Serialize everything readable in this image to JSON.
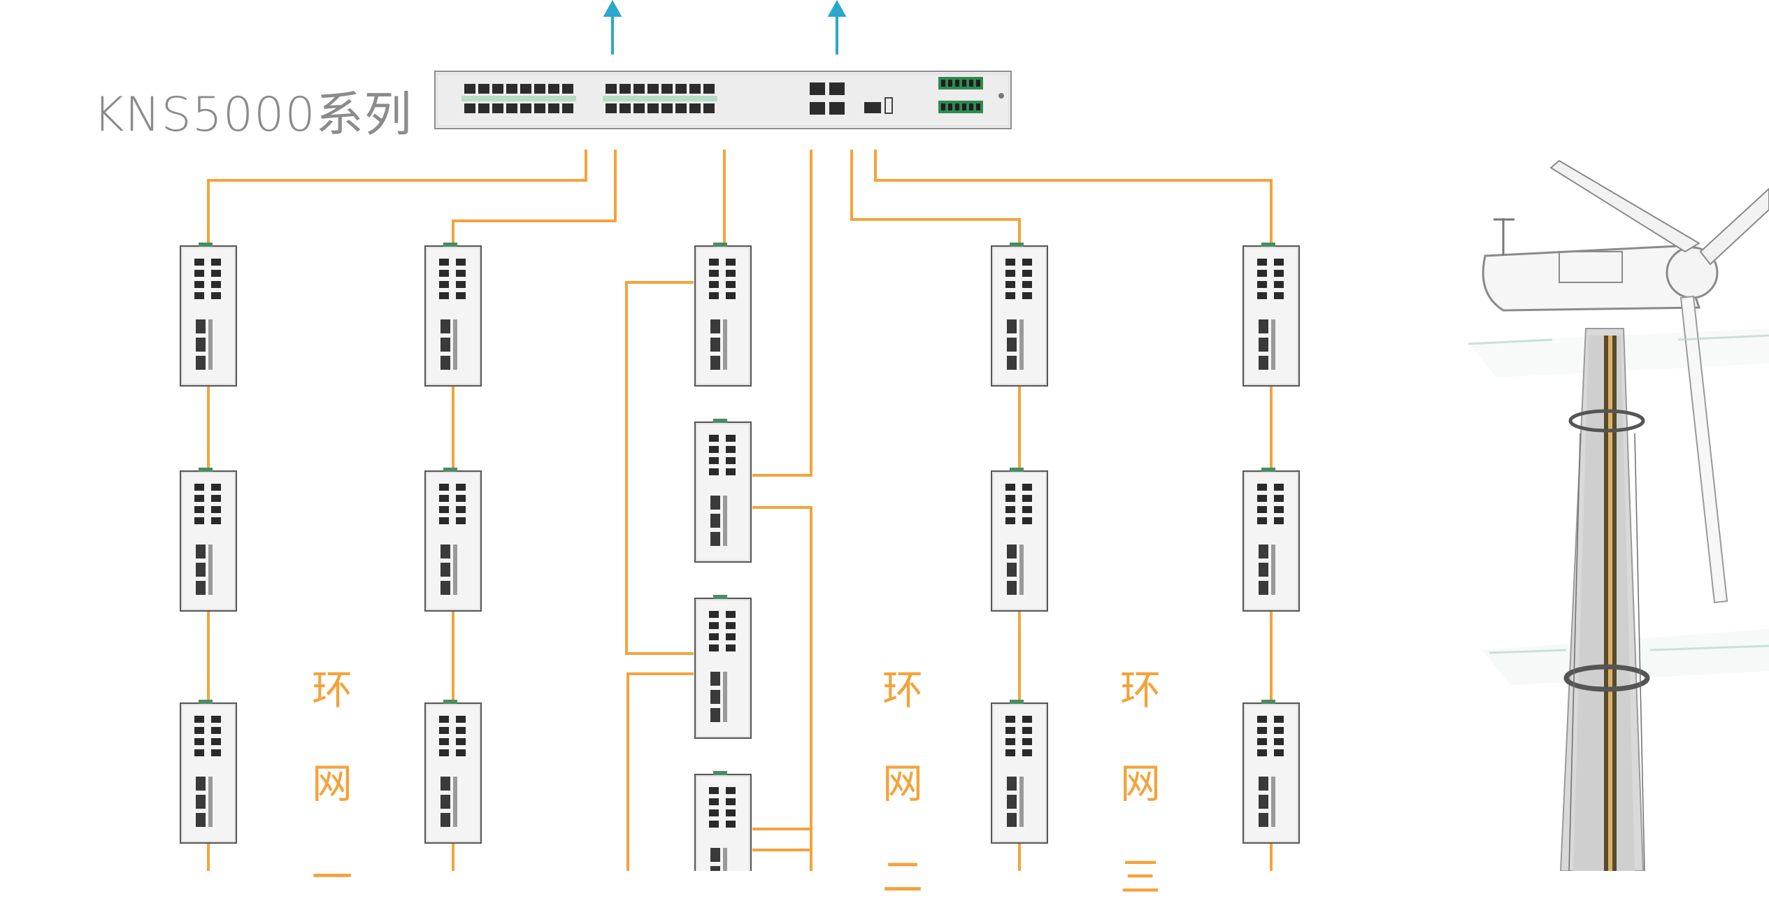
{
  "title": "KNS5000系列",
  "colors": {
    "link": "#f3a33c",
    "uplink_arrow": "#2aa7cc",
    "device_body": "#f4f4f4",
    "device_border": "#5a5a5a",
    "label_text": "#8b8b8b"
  },
  "rings": [
    {
      "chars": [
        "环",
        "网",
        "一"
      ]
    },
    {
      "chars": [
        "环",
        "网",
        "二"
      ]
    },
    {
      "chars": [
        "环",
        "网",
        "三"
      ]
    }
  ]
}
